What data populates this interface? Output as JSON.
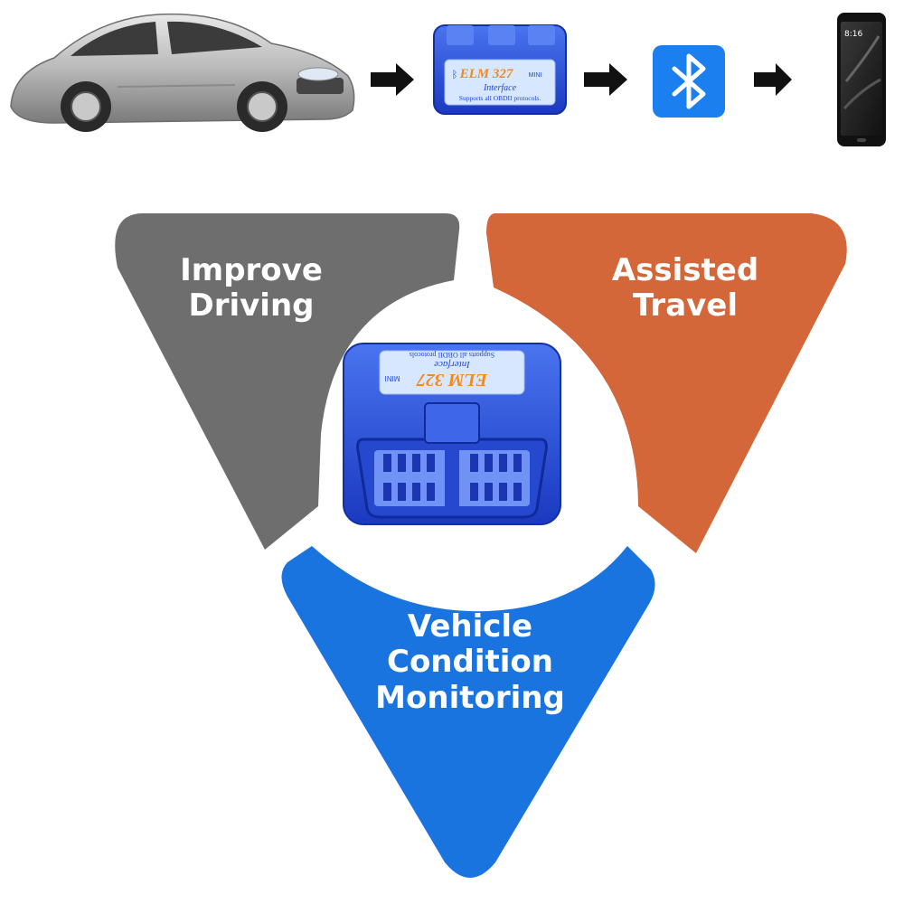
{
  "flow": {
    "car": {
      "icon": "car-icon"
    },
    "adapter": {
      "icon": "obd-adapter-icon",
      "brand": "ELM 327",
      "badge": "MINI",
      "line1": "Interface",
      "line2": "Supports all OBDII protocols."
    },
    "bluetooth": {
      "icon": "bluetooth-icon"
    },
    "phone": {
      "icon": "smartphone-icon",
      "time": "8:16"
    },
    "arrow_icon": "arrow-right-icon"
  },
  "segments": {
    "improve": {
      "lines": [
        "Improve",
        "Driving"
      ],
      "color": "#6e6e6e"
    },
    "assisted": {
      "lines": [
        "Assisted",
        "Travel"
      ],
      "color": "#d4673a"
    },
    "vehicle": {
      "lines": [
        "Vehicle",
        "Condition",
        "Monitoring"
      ],
      "color": "#1a74e0"
    }
  },
  "center_adapter": {
    "icon": "obd-adapter-icon",
    "brand": "ELM 327",
    "badge": "MINI",
    "line1": "Interface",
    "line2": "Supports all OBDII protocols"
  },
  "colors": {
    "adapter_blue": "#1f47d6",
    "brand_orange": "#f08a1c",
    "bluetooth_blue": "#1b7ff0"
  }
}
